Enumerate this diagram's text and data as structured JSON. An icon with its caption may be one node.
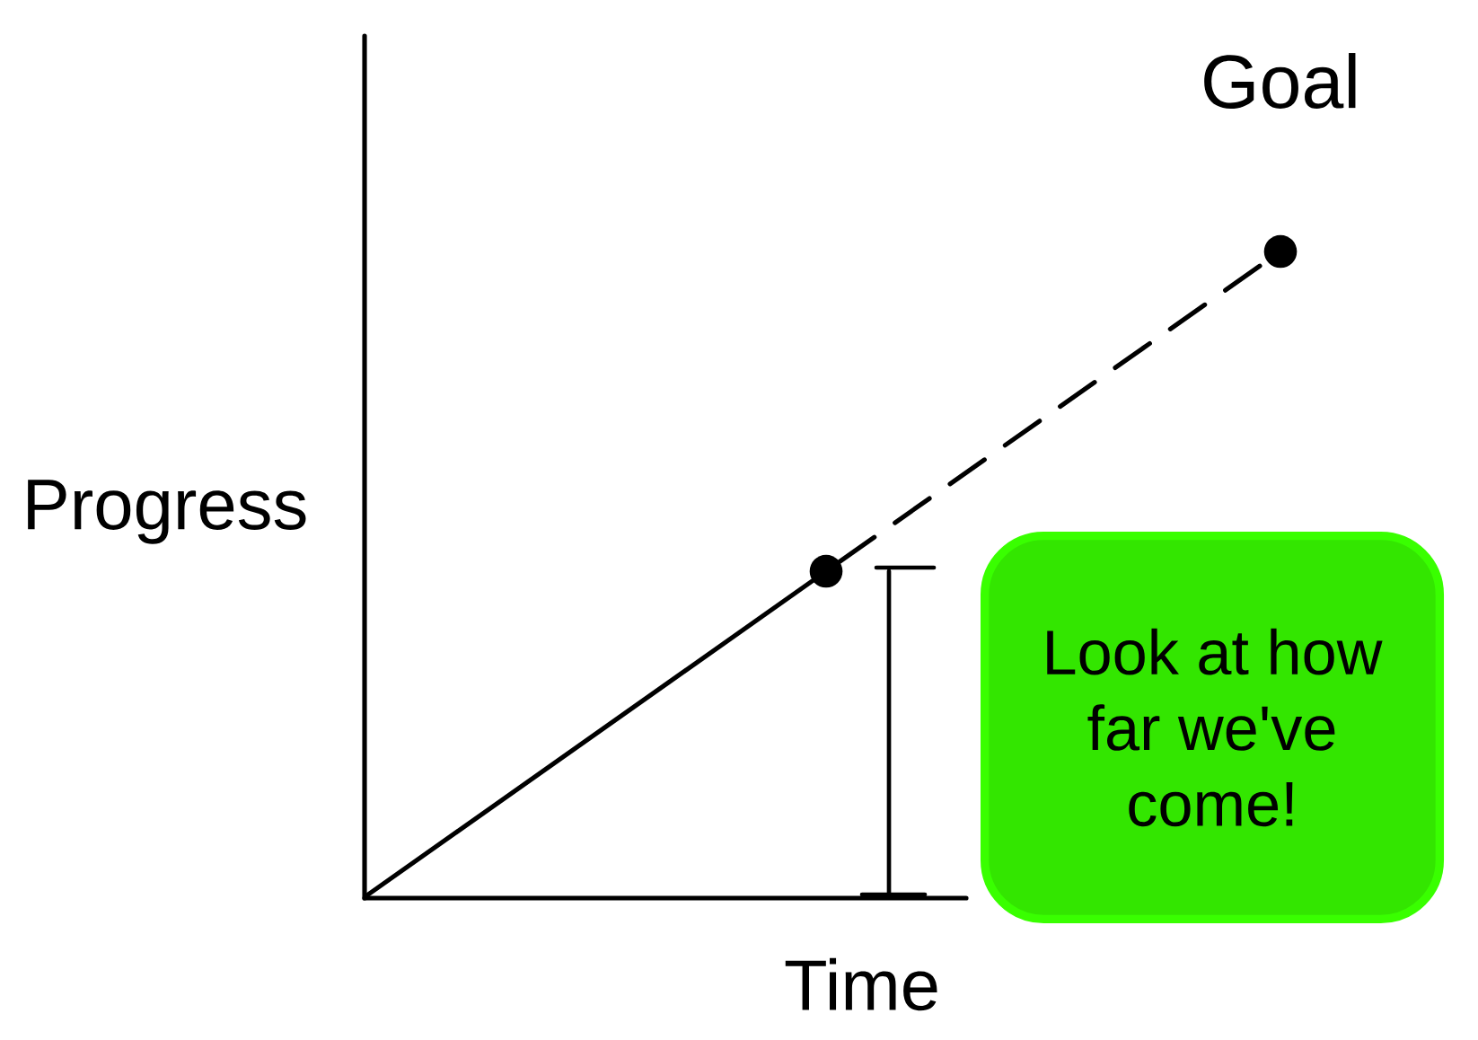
{
  "diagram": {
    "nodes": [
      {
        "text": [],
        "shape": "circle"
      },
      {
        "text": [],
        "shape": "circle",
        "beside": [
          "Goal"
        ]
      },
      {
        "text": [
          "Look at how far we've come!"
        ]
      }
    ],
    "edges": [
      {
        "from": 0,
        "to": 1,
        "arrow": "none",
        "style": "dashed"
      }
    ],
    "labels": [
      "Progress",
      "Time"
    ]
  }
}
